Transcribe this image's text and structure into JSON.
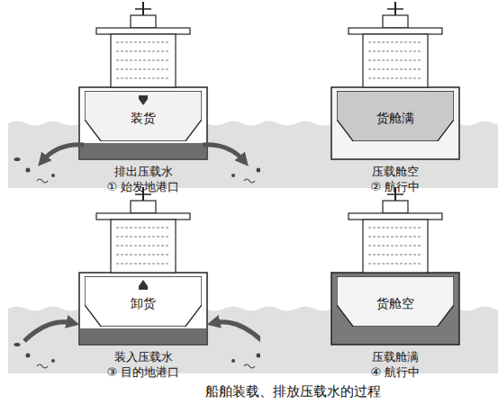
{
  "diagram": {
    "caption": "船舶装载、排放压载水的过程",
    "nodes": [
      {
        "text": [
          "装货"
        ]
      },
      {
        "text": [
          "货舱满"
        ]
      },
      {
        "text": [
          "卸货"
        ]
      },
      {
        "text": [
          "货舱空"
        ]
      }
    ],
    "labels": [
      "排出压载水",
      "① 始发地港口",
      "压载舱空",
      "② 航行中",
      "装入压载水",
      "③ 目的地港口",
      "压载舱满",
      "④ 航行中"
    ]
  }
}
